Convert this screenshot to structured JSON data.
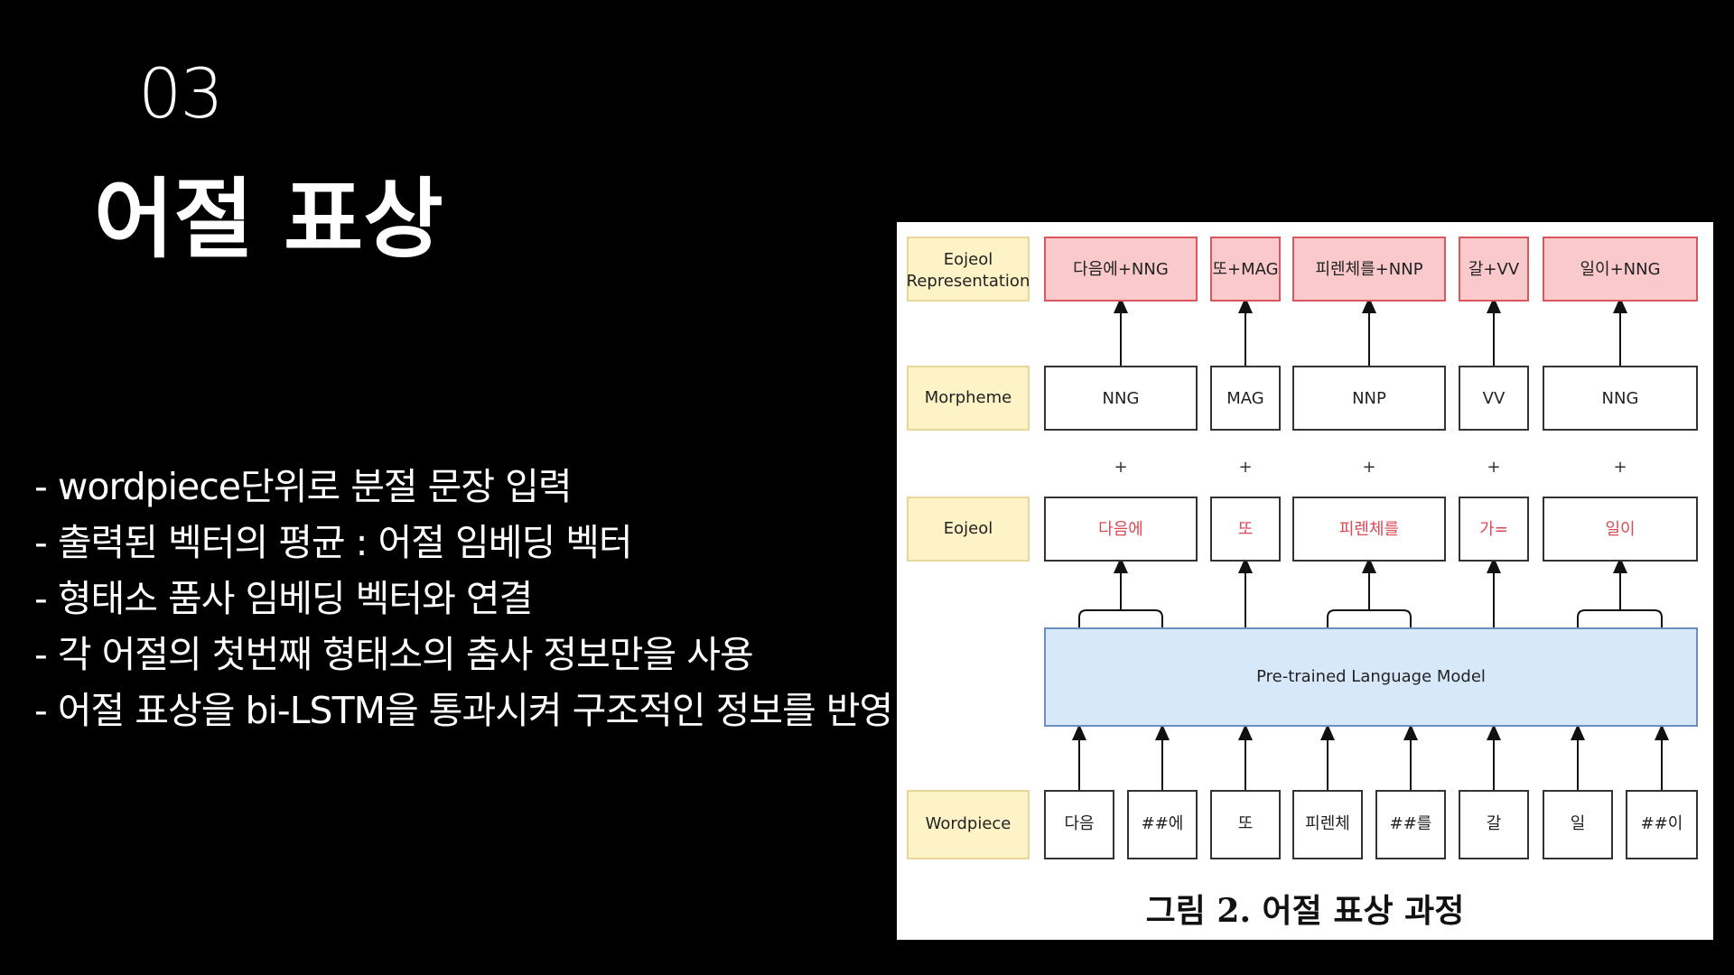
{
  "slide": {
    "section_number": "03",
    "title": "어절 표상",
    "bullets": [
      "- wordpiece단위로 분절 문장 입력",
      "- 출력된 벡터의 평균 : 어절 임베딩 벡터",
      "- 형태소 품사 임베딩 벡터와 연결",
      "- 각 어절의 첫번째 형태소의 춤사 정보만을 사용",
      "- 어절 표상을 bi-LSTM을 통과시켜 구조적인 정보를 반영"
    ]
  },
  "figure": {
    "row_labels": {
      "eojeol_representation": [
        "Eojeol",
        "Representation"
      ],
      "morpheme": "Morpheme",
      "eojeol": "Eojeol",
      "wordpiece": "Wordpiece"
    },
    "eojeol_representations": [
      "다음에+NNG",
      "또+MAG",
      "피렌체를+NNP",
      "갈+VV",
      "일이+NNG"
    ],
    "morpheme_tags": [
      "NNG",
      "MAG",
      "NNP",
      "VV",
      "NNG"
    ],
    "plus_symbol": "+",
    "eojeols": [
      "다음에",
      "또",
      "피렌체를",
      "가=",
      "일이"
    ],
    "language_model_label": "Pre-trained Language Model",
    "wordpieces": [
      "다음",
      "##에",
      "또",
      "피렌체",
      "##를",
      "갈",
      "일",
      "##이"
    ],
    "caption": "그림 2. 어절 표상 과정",
    "colors": {
      "label_fill": "#fdf3c6",
      "label_stroke": "#e8d79a",
      "rep_fill": "#f9c9cc",
      "rep_stroke": "#d9575d",
      "eojeol_text": "#d94a55",
      "lm_fill": "#d7e8fb",
      "lm_stroke": "#6b8fbf"
    }
  }
}
